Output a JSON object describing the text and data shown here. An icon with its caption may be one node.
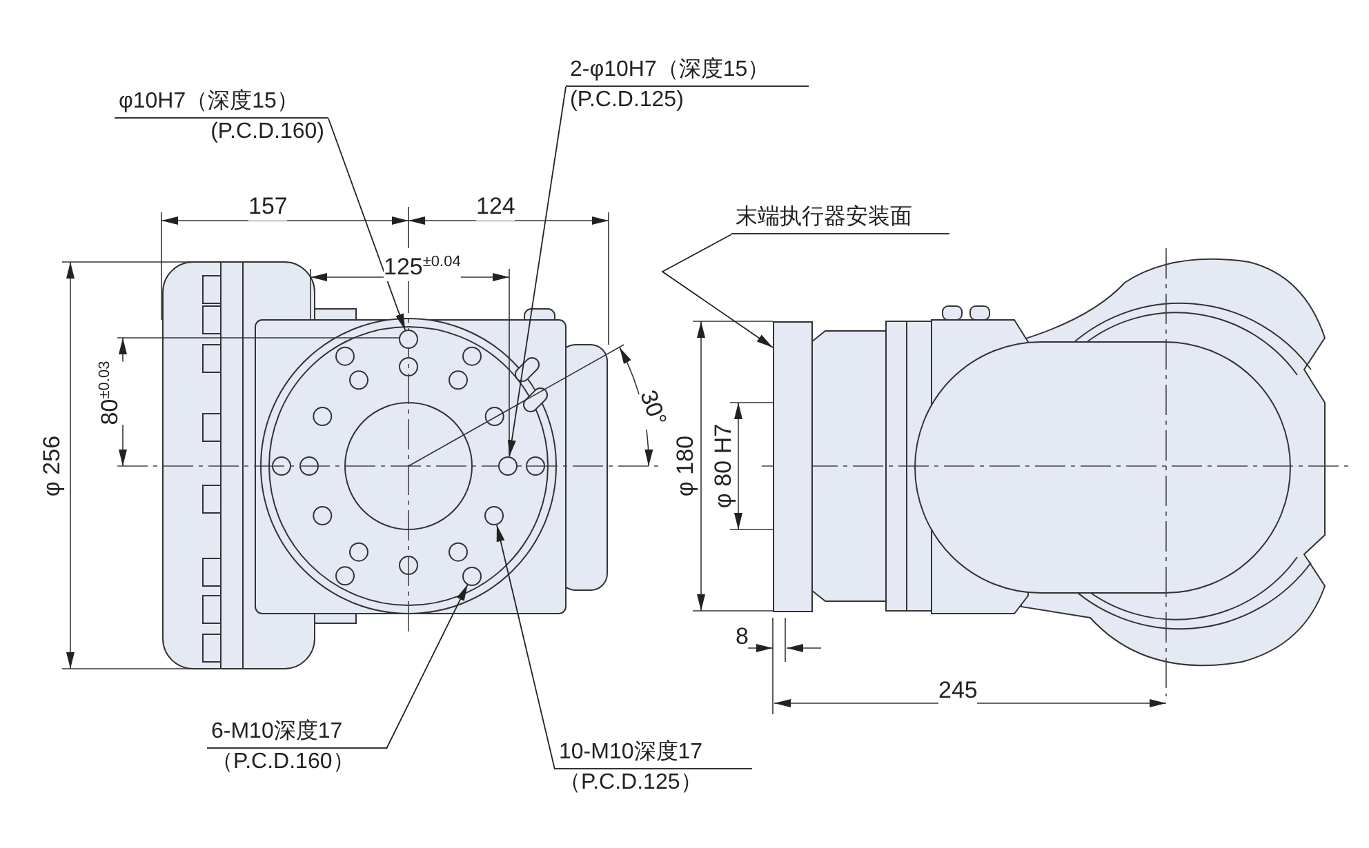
{
  "diagram": {
    "nodes": [
      {
        "text": [
          "φ10H7（深度15）",
          "(P.C.D.160)"
        ]
      },
      {
        "text": [],
        "shape": "circle"
      },
      {
        "text": [
          "2-φ10H7（深度15）",
          "(P.C.D.125)"
        ]
      },
      {
        "text": [],
        "shape": "circle"
      },
      {
        "text": [
          "6-M10深度17",
          "（P.C.D.160）"
        ]
      },
      {
        "text": [],
        "shape": "circle"
      },
      {
        "text": [
          "10-M10深度17",
          "（P.C.D.125）"
        ]
      },
      {
        "text": [],
        "shape": "circle"
      },
      {
        "text": [
          "末端执行器安装面"
        ]
      },
      {
        "text": [],
        "shape": "box"
      }
    ],
    "edges": [
      {
        "from": 0,
        "to": 1,
        "arrow": "to"
      },
      {
        "from": 2,
        "to": 3,
        "arrow": "to"
      },
      {
        "from": 4,
        "to": 5,
        "arrow": "to"
      },
      {
        "from": 6,
        "to": 7,
        "arrow": "to"
      },
      {
        "from": 8,
        "to": 9,
        "arrow": "to"
      }
    ],
    "labels": [
      "157",
      "124",
      "125$^{±0.04}$",
      "φ 256",
      "80$^{±0.03}$",
      "30°",
      "φ 180",
      "φ 80 H7",
      "8",
      "245"
    ]
  }
}
